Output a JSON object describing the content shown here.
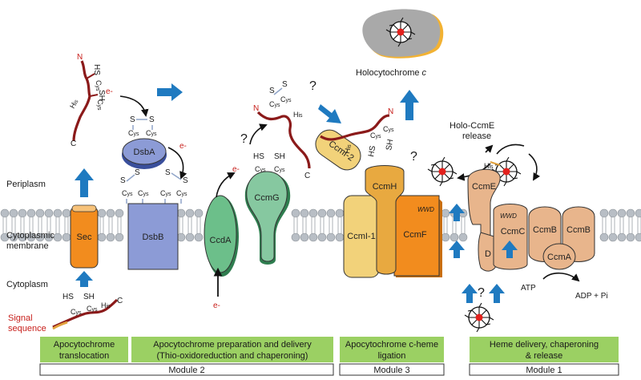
{
  "colors": {
    "accent_blue": "#1f7ac0",
    "chain_red": "#8b1a1a",
    "electron_red": "#c8201c",
    "sec": "#f28c1e",
    "dsb": "#8c9bd6",
    "ccdA": "#6cbf8a",
    "ccmG": "#86c8a0",
    "ccmI": "#f2d27a",
    "ccmH": "#e8a940",
    "ccmF": "#f28c1e",
    "ccmE": "#e8b58c",
    "step_box": "#9bd063"
  },
  "labels": {
    "periplasm": "Periplasm",
    "membrane_line1": "Cytoplasmic",
    "membrane_line2": "membrane",
    "cytoplasm": "Cytoplasm",
    "signal_line1": "Signal",
    "signal_line2": "sequence",
    "holocytochrome": "Holocytochrome ",
    "holocytochrome_c": "c",
    "holo_ccme_line1": "Holo-CcmE",
    "holo_ccme_line2": "release",
    "atp": "ATP",
    "adp": "ADP + Pi",
    "electron": "e-",
    "question": "?",
    "wwd": "WWD",
    "n_term": "N",
    "c_term": "C",
    "his": "His"
  },
  "proteins": {
    "sec": "Sec",
    "dsbA": "DsbA",
    "dsbB": "DsbB",
    "ccdA": "CcdA",
    "ccmG": "CcmG",
    "ccmI1": "CcmI-1",
    "ccmI2": "CcmI-2",
    "ccmH": "CcmH",
    "ccmF": "CcmF",
    "ccmE": "CcmE",
    "ccmC": "CcmC",
    "ccmB1": "CcmB",
    "ccmB2": "CcmB",
    "ccmA": "CcmA",
    "ccmD": "D"
  },
  "steps": [
    {
      "line1": "Apocytochrome",
      "line2": "translocation"
    },
    {
      "line1": "Apocytochrome preparation and delivery",
      "line2": "(Thio-oxidoreduction and chaperoning)"
    },
    {
      "line1": "Apocytochrome c-heme",
      "line2": "ligation"
    },
    {
      "line1": "Heme delivery, chaperoning",
      "line2": "& release"
    }
  ],
  "modules": [
    "Module 2",
    "Module 3",
    "Module 1"
  ]
}
